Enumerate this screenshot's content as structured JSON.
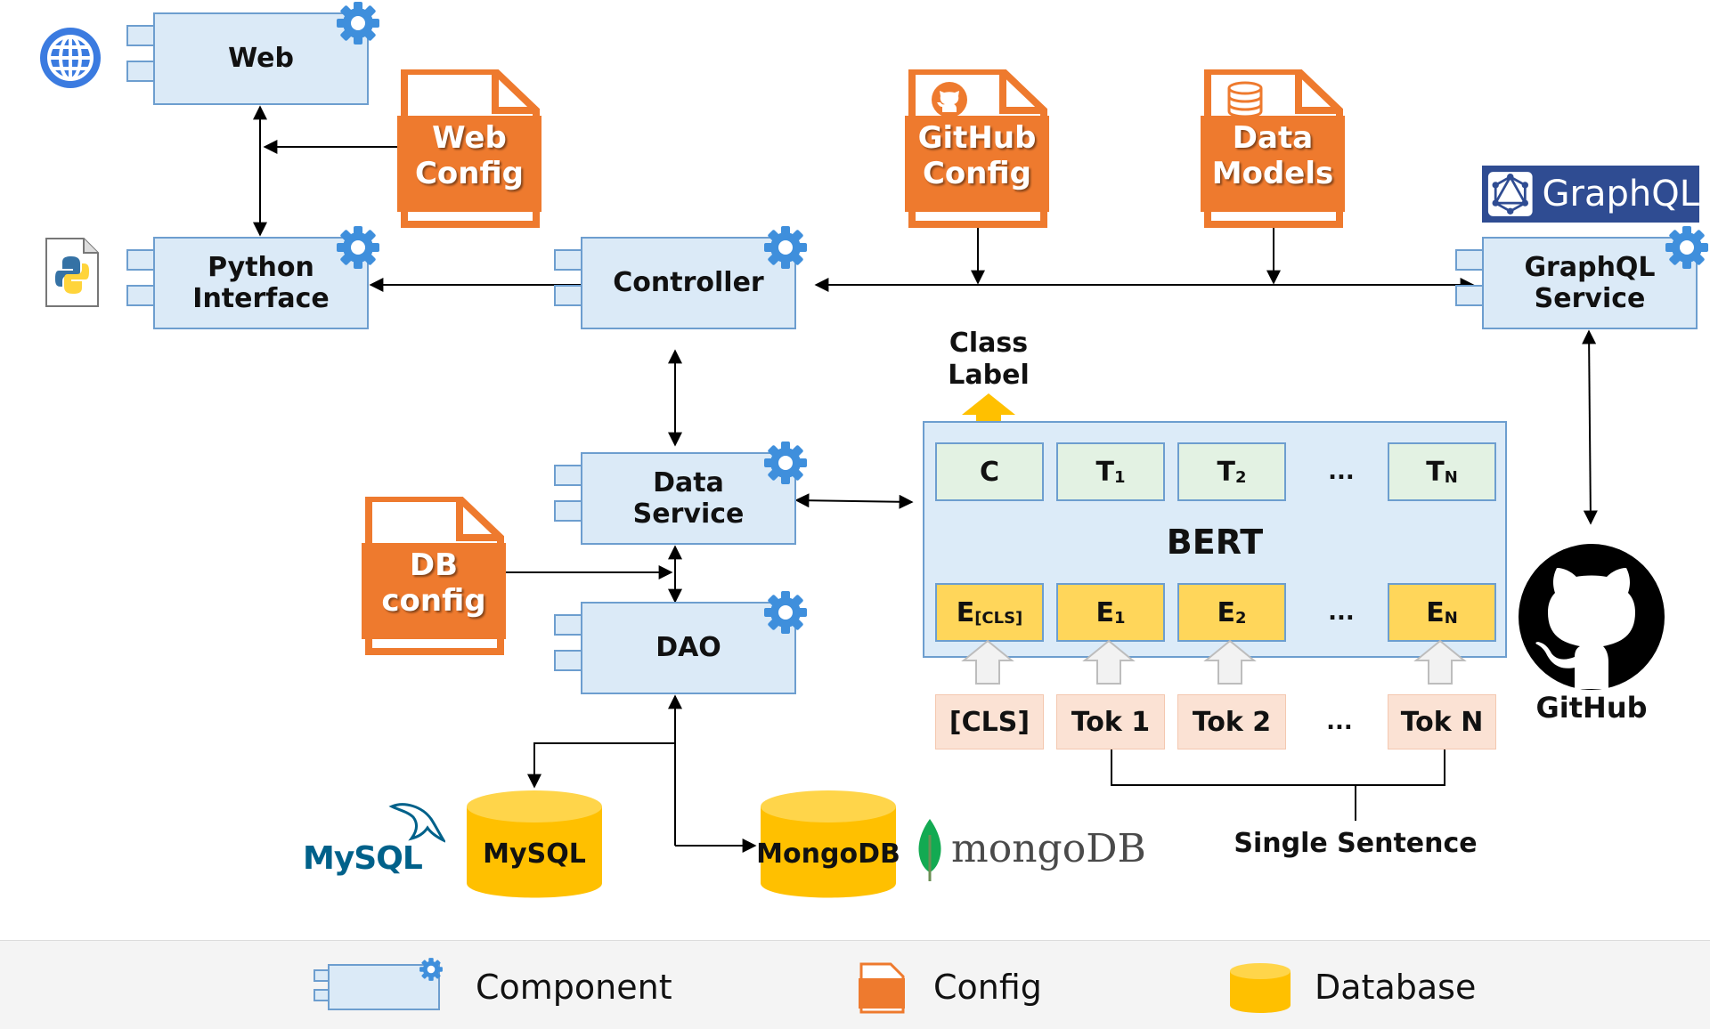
{
  "components": {
    "web": "Web",
    "python_interface": "Python\nInterface",
    "controller": "Controller",
    "data_service": "Data\nService",
    "dao": "DAO",
    "graphql_service": "GraphQL\nService"
  },
  "configs": {
    "web_config": "Web\nConfig",
    "github_config": "GitHub\nConfig",
    "data_models": "Data\nModels",
    "db_config": "DB\nconfig"
  },
  "databases": {
    "mysql": "MySQL",
    "mongodb": "MongoDB"
  },
  "logos": {
    "graphql": "GraphQL",
    "github": "GitHub",
    "mysql": "MySQL",
    "mongodb": "mongoDB"
  },
  "bert": {
    "label": "BERT",
    "class_label": "Class\nLabel",
    "output_c": "C",
    "outputs": [
      "T",
      "T",
      "T"
    ],
    "output_subs": [
      "1",
      "2",
      "N"
    ],
    "embed_base": "E",
    "embed_subs": [
      "[CLS]",
      "1",
      "2",
      "N"
    ],
    "tokens": [
      "[CLS]",
      "Tok 1",
      "Tok 2",
      "Tok N"
    ],
    "ellipsis": "...",
    "single_sentence": "Single Sentence"
  },
  "legend": {
    "component": "Component",
    "config": "Config",
    "database": "Database"
  },
  "colors": {
    "component_fill": "#dbeaf7",
    "component_border": "#6d9ecf",
    "config_orange": "#ee7a2e",
    "database_yellow": "#ffc000",
    "gear_blue": "#3f8fdc"
  }
}
